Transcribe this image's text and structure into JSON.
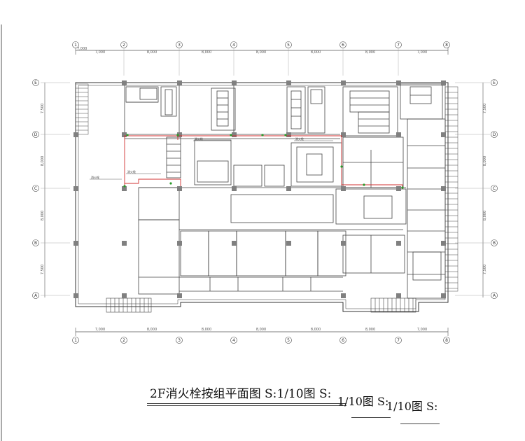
{
  "drawing": {
    "title_main": "2F消火栓按组平面图 S:1/10图 S:",
    "title_second": "1/10图 S:",
    "title_third": "1/10图 S:",
    "colors": {
      "line": "#333333",
      "hydrant_pipe": "#d03030",
      "node": "#2a9a2a",
      "column": "#808080"
    },
    "dimension_start_label": "7,000",
    "top_grid": [
      "1",
      "2",
      "3",
      "4",
      "5",
      "6",
      "7",
      "8"
    ],
    "bottom_grid": [
      "1",
      "2",
      "3",
      "4",
      "5",
      "6",
      "7",
      "8"
    ],
    "top_spans": [
      "7,000",
      "8,000",
      "8,000",
      "8,000",
      "8,000",
      "8,000",
      "7,000"
    ],
    "bottom_spans": [
      "7,000",
      "8,000",
      "8,000",
      "8,000",
      "8,000",
      "8,000",
      "7,000"
    ],
    "left_grid": [
      "E",
      "D",
      "C",
      "B",
      "A"
    ],
    "right_grid": [
      "E",
      "D",
      "C",
      "B",
      "A"
    ],
    "left_spans": [
      "7,500",
      "8,000",
      "8,000",
      "7,500"
    ],
    "right_spans": [
      "7,500",
      "8,000",
      "8,000",
      "7,500"
    ],
    "hydrant_labels": [
      "消火栓",
      "消火栓",
      "消火栓",
      "消火栓"
    ]
  }
}
